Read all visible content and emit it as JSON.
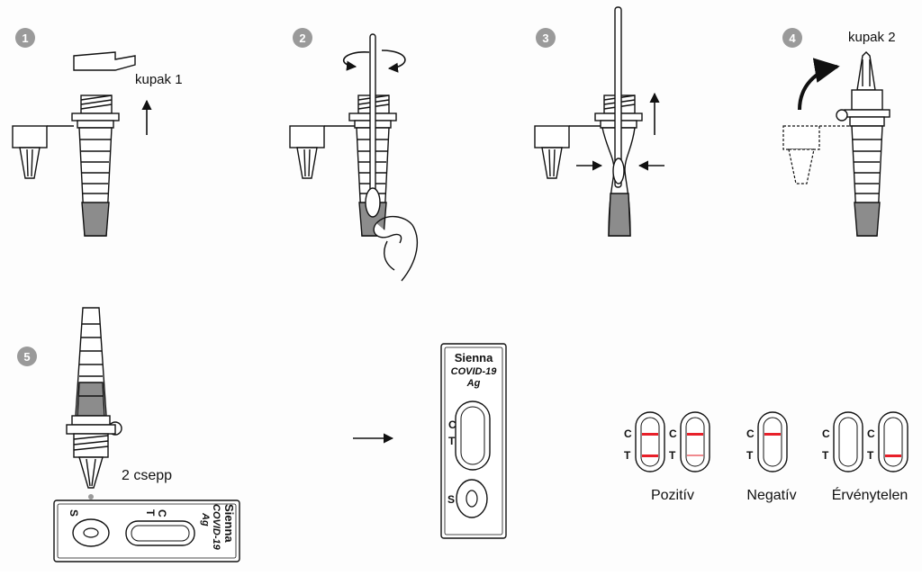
{
  "steps": [
    {
      "number": "1",
      "label": "kupak 1"
    },
    {
      "number": "2",
      "label": ""
    },
    {
      "number": "3",
      "label": ""
    },
    {
      "number": "4",
      "label": "kupak 2"
    },
    {
      "number": "5",
      "label": "2 csepp"
    }
  ],
  "cassette": {
    "brand": "Sienna",
    "product": "COVID-19",
    "sub": "Ag",
    "control_letter": "C",
    "test_letter": "T",
    "sample_letter": "S"
  },
  "results": {
    "positive_label": "Pozitív",
    "negative_label": "Negatív",
    "invalid_label": "Érvénytelen",
    "line_color": "#e8202a"
  },
  "colors": {
    "badge": "#9a9a9a",
    "liquid": "#8c8c8c",
    "ink": "#111111"
  }
}
